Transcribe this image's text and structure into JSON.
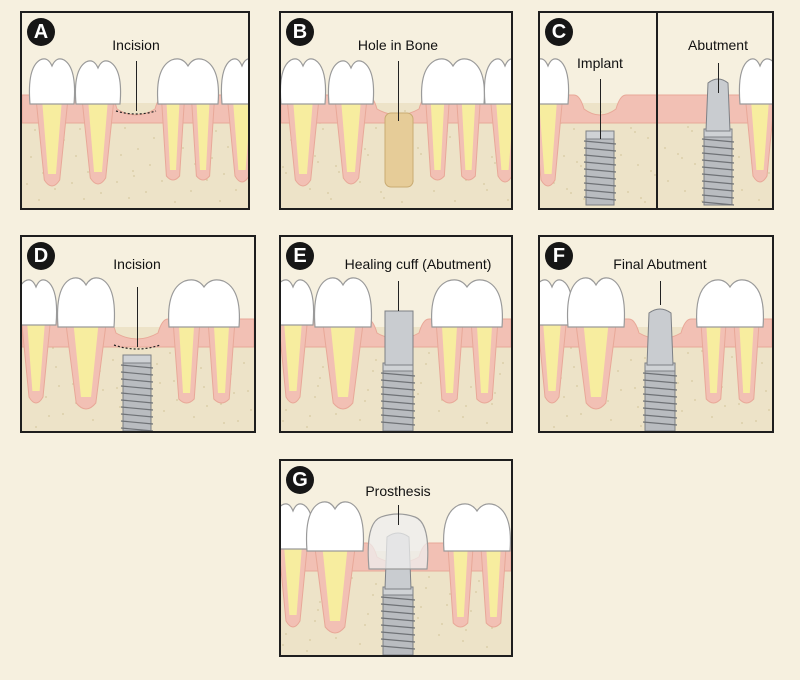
{
  "panels": [
    {
      "letter": "A",
      "label": "Incision"
    },
    {
      "letter": "B",
      "label": "Hole in Bone"
    },
    {
      "letter": "C",
      "label_left": "Implant",
      "label_right": "Abutment"
    },
    {
      "letter": "D",
      "label": "Incision"
    },
    {
      "letter": "E",
      "label": "Healing cuff (Abutment)"
    },
    {
      "letter": "F",
      "label": "Final Abutment"
    },
    {
      "letter": "G",
      "label": "Prosthesis"
    }
  ],
  "colors": {
    "background": "#f6f0df",
    "bone": "#ede3c8",
    "gum": "#f2c0b4",
    "gum_line": "#e8a898",
    "root_pulp": "#f7ed9f",
    "tooth_enamel": "#ffffff",
    "implant_metal": "#b9bcc0",
    "bone_hole": "#e6cc98",
    "prosthesis": "#eeeeee",
    "frame": "#1e1e1e"
  }
}
